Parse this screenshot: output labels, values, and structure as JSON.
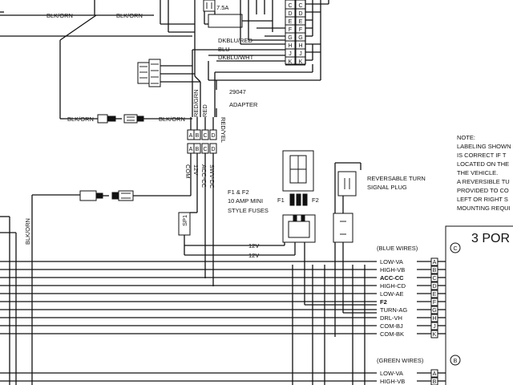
{
  "top_labels": {
    "blk_orn_a": "BLK/ORN",
    "blk_orn_b": "BLK/ORN",
    "fuse_top": "7.5A"
  },
  "top_block_letters": [
    "C",
    "D",
    "E",
    "F",
    "G",
    "H",
    "J",
    "K"
  ],
  "wire_labels": {
    "dkblu_red": "DKBLU/RED",
    "blu": "BLU",
    "dkblu_wht": "DKBLU/WHT"
  },
  "adapter": {
    "number": "29047",
    "name": "ADAPTER"
  },
  "adapter_wires": [
    "RED/GRN",
    "RED",
    "RED/YEL"
  ],
  "adapter_pins_top": [
    "A",
    "B",
    "C",
    "D"
  ],
  "adapter_pins_bottom": [
    "A",
    "B",
    "C",
    "D"
  ],
  "adapter_outputs": [
    "COM",
    "12V",
    "ACC-CC",
    "SWV-DC"
  ],
  "left_connector": {
    "left_label": "BLK/ORN",
    "right_label": "BLK/ORN"
  },
  "vertical_blk_orn": "BLK/ORN",
  "fuses": {
    "f1": "F1",
    "f2": "F2",
    "title_line1": "F1 & F2",
    "title_line2": "10 AMP MINI",
    "title_line3": "STYLE FUSES"
  },
  "sp1": "SP1",
  "v12_lines": [
    "12V",
    "12V"
  ],
  "turn_plug": {
    "line1": "REVERSABLE TURN",
    "line2": "SIGNAL PLUG"
  },
  "note": {
    "lines": [
      "NOTE:",
      "LABELING SHOWN",
      "IS CORRECT IF T",
      "LOCATED ON THE",
      "THE VEHICLE.",
      "A REVERSIBLE TU",
      "PROVIDED TO CO",
      "LEFT OR RIGHT S",
      "MOUNTING REQUI"
    ]
  },
  "blue_group": {
    "title": "(BLUE WIRES)",
    "wires": [
      {
        "label": "LOW-VA",
        "pin": "A",
        "bold": false
      },
      {
        "label": "HIGH-VB",
        "pin": "B",
        "bold": false
      },
      {
        "label": "ACC-CC",
        "pin": "C",
        "bold": true
      },
      {
        "label": "HIGH-CD",
        "pin": "D",
        "bold": false
      },
      {
        "label": "LOW-AE",
        "pin": "E",
        "bold": false
      },
      {
        "label": "F2",
        "pin": "F",
        "bold": true
      },
      {
        "label": "TURN-AG",
        "pin": "G",
        "bold": false
      },
      {
        "label": "DRL-VH",
        "pin": "H",
        "bold": false
      },
      {
        "label": "COM-BJ",
        "pin": "J",
        "bold": false
      },
      {
        "label": "COM-BK",
        "pin": "K",
        "bold": false
      }
    ]
  },
  "green_group": {
    "title": "(GREEN WIRES)",
    "wires": [
      {
        "label": "LOW-VA",
        "pin": "A",
        "bold": false
      },
      {
        "label": "HIGH-VB",
        "pin": "B",
        "bold": false
      }
    ]
  },
  "port_header": "3 POR",
  "port_circle_c": "C",
  "port_circle_b": "B",
  "port_pins_c": [
    "A",
    "B",
    "C",
    "D",
    "E",
    "F",
    "G",
    "H",
    "J",
    "K"
  ],
  "port_pins_b": [
    "A",
    "B"
  ]
}
